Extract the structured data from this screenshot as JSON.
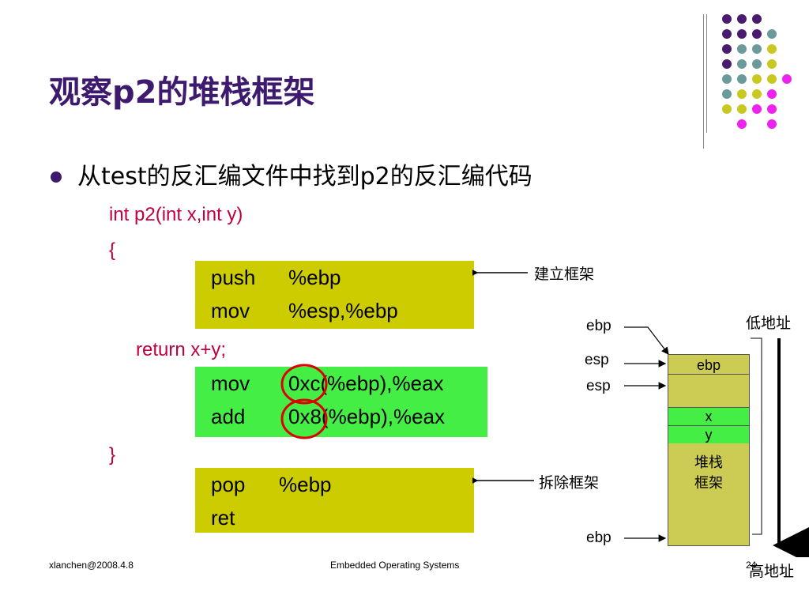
{
  "slide": {
    "title": "观察p2的堆栈框架",
    "bullet": "从test的反汇编文件中找到p2的反汇编代码"
  },
  "code": {
    "signature": "int p2(int x,int y)",
    "open_brace": "{",
    "return_stmt": "return x+y;",
    "close_brace": "}",
    "prologue": [
      {
        "op": "push",
        "arg": "%ebp"
      },
      {
        "op": "mov",
        "arg": "%esp,%ebp"
      }
    ],
    "body": [
      {
        "op": "mov",
        "arg": "0xc(%ebp),%eax"
      },
      {
        "op": "add",
        "arg": "0x8(%ebp),%eax"
      }
    ],
    "epilogue": [
      {
        "op": "pop",
        "arg": "%ebp"
      },
      {
        "op": "ret",
        "arg": ""
      }
    ]
  },
  "annotations": {
    "build_frame": "建立框架",
    "remove_frame": "拆除框架"
  },
  "diagram": {
    "low_addr": "低地址",
    "high_addr": "高地址",
    "pointers": {
      "ebp_top": "ebp",
      "esp_1": "esp",
      "esp_2": "esp",
      "ebp_bottom": "ebp"
    },
    "cells": {
      "ebp": "ebp",
      "x": "x",
      "y": "y",
      "frame_label_1": "堆栈",
      "frame_label_2": "框架"
    }
  },
  "footer": {
    "left": "xlanchen@2008.4.8",
    "center": "Embedded Operating Systems",
    "page": "24"
  },
  "colors": {
    "title": "#3d1a6e",
    "code_red": "#c00040",
    "olive_box": "#cccc00",
    "green_box": "#44ee44",
    "circle_red": "#dd0000",
    "stack_fill": "#cccc55",
    "dot_purple": "#4a1a6e",
    "dot_teal": "#6a9a9a",
    "dot_olive": "#c8c820",
    "dot_magenta": "#ee22ee"
  }
}
